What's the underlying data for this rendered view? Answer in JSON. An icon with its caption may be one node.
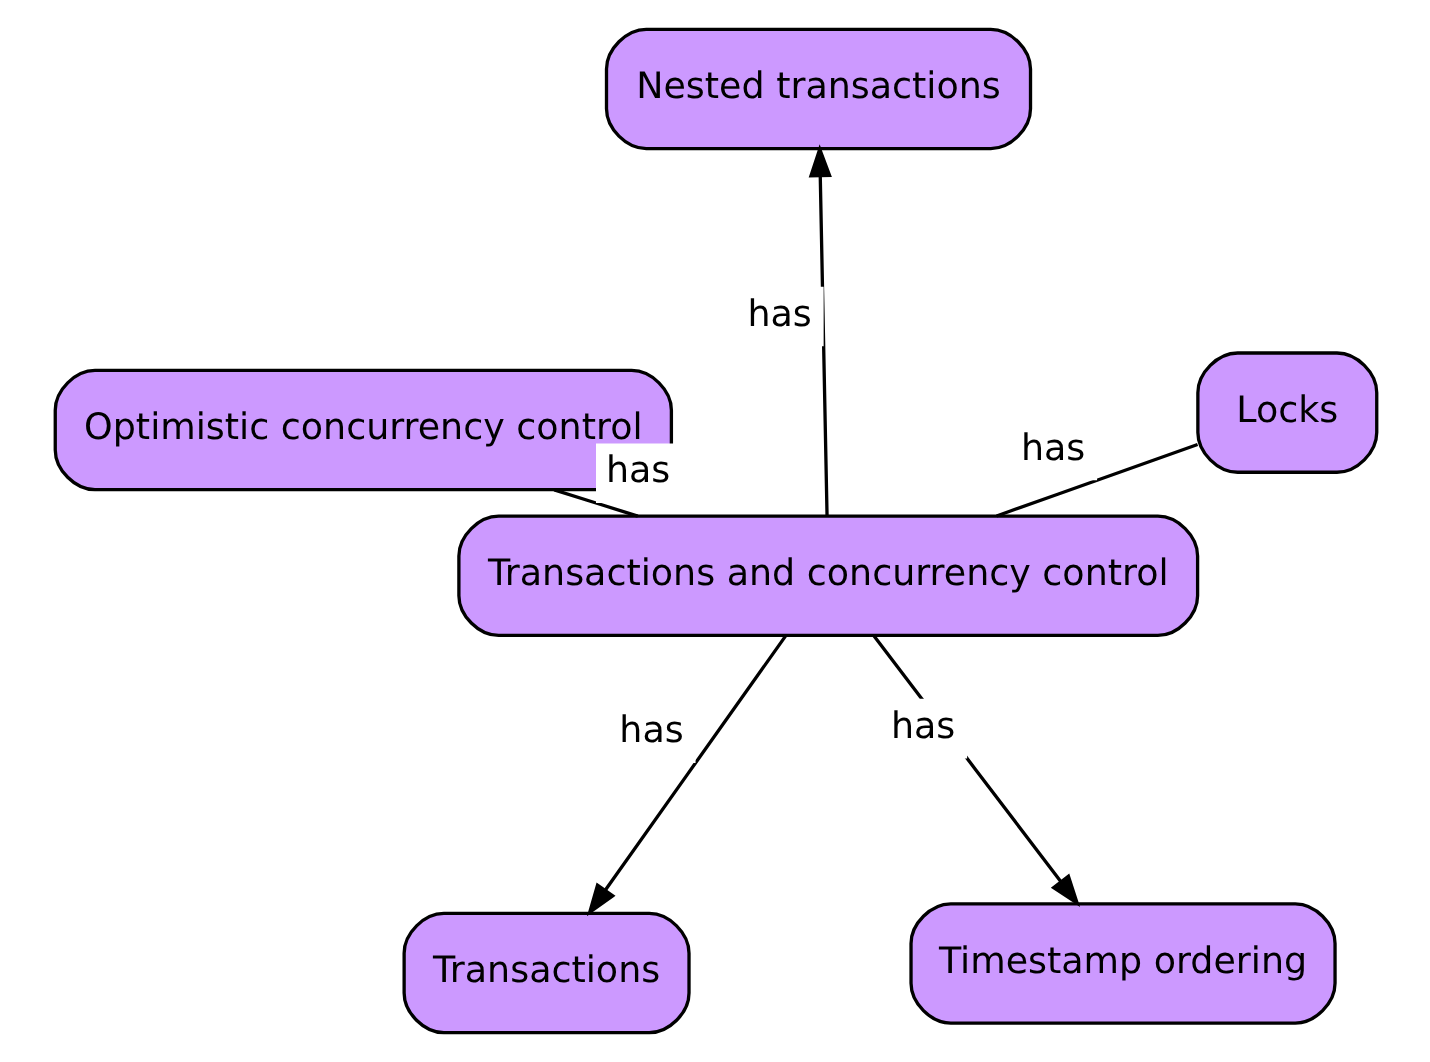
{
  "diagram": {
    "nodes": [
      {
        "text": [
          "Transactions"
        ]
      },
      {
        "text": [
          "Timestamp ordering"
        ]
      },
      {
        "text": [
          "Transactions and concurrency control"
        ]
      },
      {
        "text": [
          "Nested transactions"
        ]
      },
      {
        "text": [
          "Locks"
        ]
      },
      {
        "text": [
          "Optimistic concurrency control"
        ]
      }
    ],
    "edges": [
      {
        "from": 2,
        "to": 0,
        "arrow": "to",
        "label": "has"
      },
      {
        "from": 2,
        "to": 1,
        "arrow": "to",
        "label": "has"
      },
      {
        "from": 2,
        "to": 3,
        "arrow": "to",
        "label": "has"
      },
      {
        "from": 2,
        "to": 4,
        "arrow": "none",
        "label": "has"
      },
      {
        "from": 2,
        "to": 5,
        "arrow": "none",
        "label": "has"
      }
    ]
  }
}
